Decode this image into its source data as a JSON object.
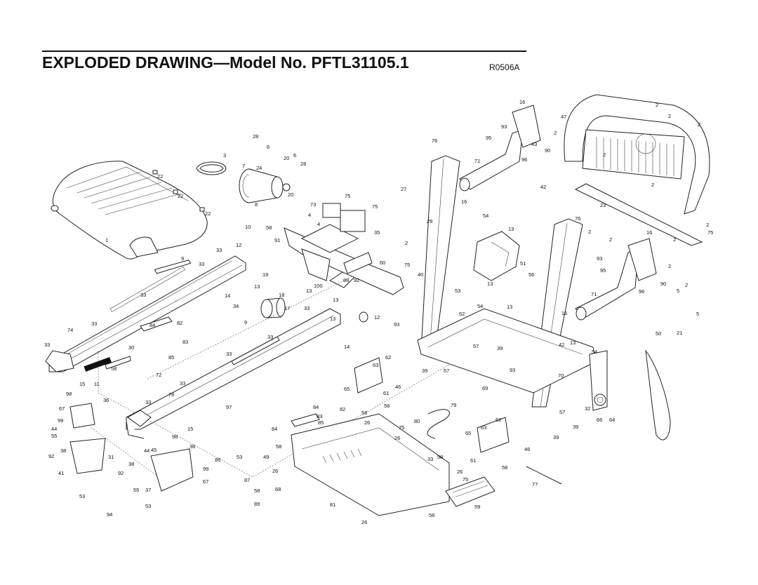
{
  "header": {
    "title": "EXPLODED DRAWING—Model No. PFTL31105.1",
    "doc_number": "R0506A"
  },
  "callouts": [
    "1",
    "2",
    "3",
    "4",
    "5",
    "6",
    "7",
    "8",
    "9",
    "10",
    "11",
    "12",
    "13",
    "14",
    "15",
    "16",
    "17",
    "18",
    "19",
    "20",
    "21",
    "22",
    "23",
    "24",
    "26",
    "27",
    "28",
    "29",
    "30",
    "31",
    "32",
    "33",
    "34",
    "35",
    "36",
    "37",
    "38",
    "39",
    "40",
    "41",
    "42",
    "43",
    "44",
    "45",
    "46",
    "47",
    "49",
    "50",
    "51",
    "52",
    "53",
    "54",
    "55",
    "56",
    "57",
    "58",
    "59",
    "60",
    "61",
    "62",
    "63",
    "64",
    "65",
    "66",
    "67",
    "68",
    "69",
    "70",
    "71",
    "72",
    "73",
    "74",
    "75",
    "76",
    "77",
    "78",
    "79",
    "80",
    "81",
    "82",
    "83",
    "84",
    "85",
    "86",
    "87",
    "88",
    "89",
    "90",
    "91",
    "92",
    "93",
    "94",
    "95",
    "96",
    "97",
    "98",
    "99",
    "100"
  ]
}
